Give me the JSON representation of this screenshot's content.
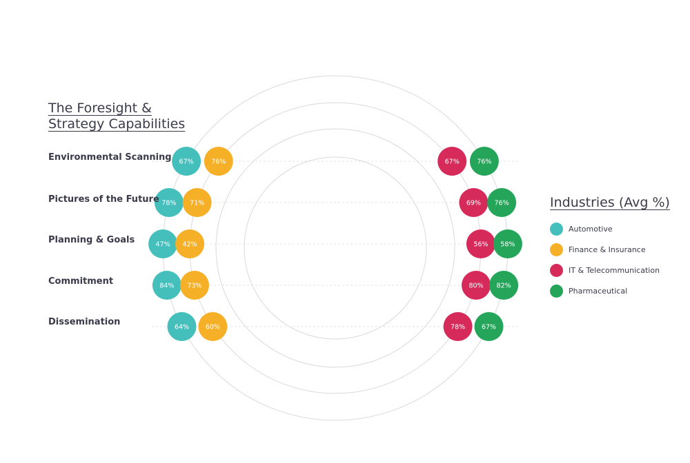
{
  "title": [
    "The Foresight &",
    "Strategy Capabilities"
  ],
  "legend": {
    "title": "Industries (Avg %)"
  },
  "chart_data": {
    "type": "scatter",
    "title": "The Foresight & Strategy Capabilities",
    "categories": [
      "Environmental Scanning",
      "Pictures of the Future",
      "Planning & Goals",
      "Commitment",
      "Dissemination"
    ],
    "series": [
      {
        "name": "Automotive",
        "color": "#45bfbb",
        "values": [
          67,
          78,
          47,
          84,
          64
        ]
      },
      {
        "name": "Finance & Insurance",
        "color": "#f5b027",
        "values": [
          76,
          71,
          42,
          73,
          60
        ]
      },
      {
        "name": "IT & Telecommunication",
        "color": "#d62a5b",
        "values": [
          67,
          69,
          56,
          80,
          78
        ]
      },
      {
        "name": "Pharmaceutical",
        "color": "#24a55a",
        "values": [
          76,
          76,
          58,
          82,
          67
        ]
      }
    ],
    "value_suffix": "%"
  }
}
